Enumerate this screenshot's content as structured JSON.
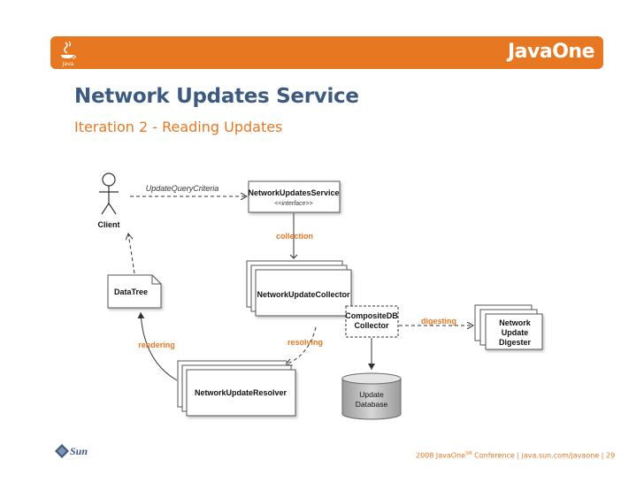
{
  "header": {
    "brand": "JavaOne",
    "java_logo_text": "Java"
  },
  "slide": {
    "title": "Network Updates Service",
    "subtitle": "Iteration 2 - Reading Updates"
  },
  "diagram": {
    "actor_label": "Client",
    "service_name": "NetworkUpdatesService",
    "service_stereotype": "<<interface>>",
    "collector_name": "NetworkUpdateCollector",
    "datatree_name": "DataTree",
    "composite_line1": "CompositeDB",
    "composite_line2": "Collector",
    "digester_line1": "Network",
    "digester_line2": "Update",
    "digester_line3": "Digester",
    "resolver_name": "NetworkUpdateResolver",
    "database_line1": "Update",
    "database_line2": "Database",
    "label_query": "UpdateQueryCriteria",
    "label_collection": "collection",
    "label_digesting": "digesting",
    "label_rendering": "rendering",
    "label_resolving": "resolving"
  },
  "footer": {
    "sun_text": "Sun",
    "conference_year": "2008 JavaOne",
    "conference_sup": "SM",
    "conference_rest": " Conference  |  java.sun.com/javaone  |   29"
  }
}
